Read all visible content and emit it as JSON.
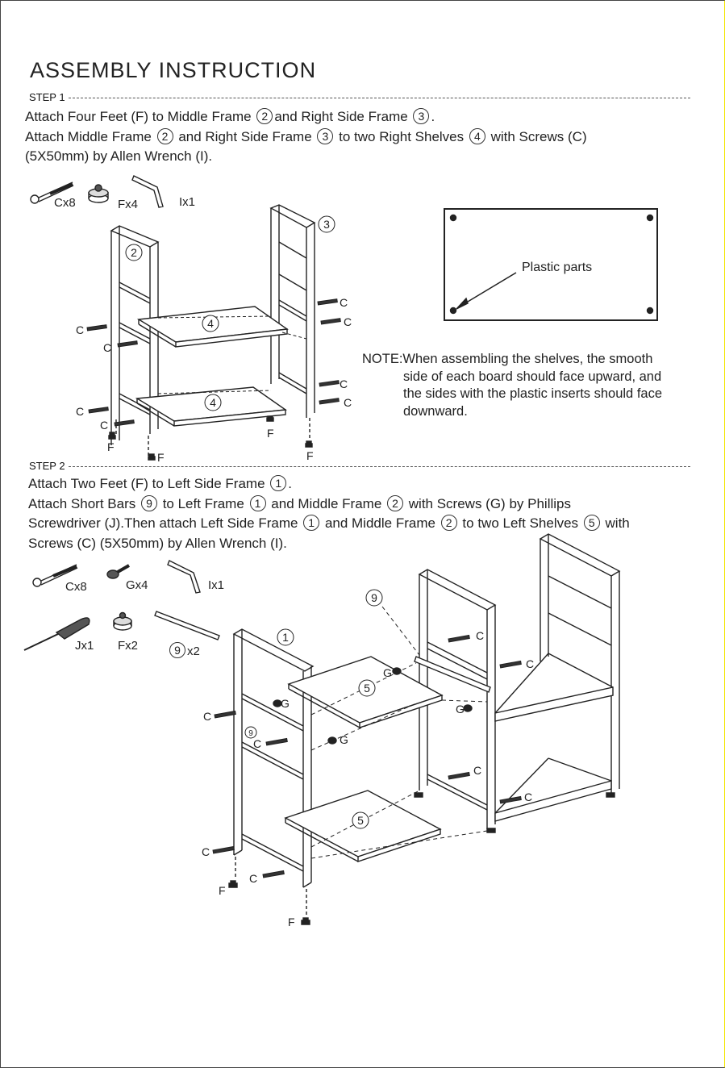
{
  "title": "ASSEMBLY INSTRUCTION",
  "step1": {
    "heading": "STEP 1",
    "line1": {
      "a": "Attach Four Feet (F) to Middle Frame",
      "n1": "2",
      "b": "and Right Side Frame",
      "n2": "3",
      "c": "."
    },
    "line2": {
      "a": "Attach Middle Frame",
      "n1": "2",
      "b": "and Right Side Frame",
      "n2": "3",
      "c": "to two Right Shelves",
      "n3": "4",
      "d": "with Screws (C)"
    },
    "line3": "(5X50mm) by Allen Wrench (I).",
    "parts": {
      "screws": "Cx8",
      "feet": "Fx4",
      "wrench": "Ix1"
    },
    "callouts": {
      "frame_middle": "2",
      "frame_right": "3",
      "shelf_top": "4",
      "shelf_bottom": "4",
      "screw": "C",
      "foot": "F"
    },
    "plastic_label": "Plastic parts",
    "note": {
      "l1": "NOTE:When assembling the shelves, the smooth",
      "l2": "side of each board should face upward, and",
      "l3": "the sides with the plastic inserts should face",
      "l4": "downward."
    }
  },
  "step2": {
    "heading": "STEP 2",
    "line1": {
      "a": "Attach Two Feet (F) to Left Side Frame",
      "n1": "1",
      "b": "."
    },
    "line2": {
      "a": "Attach Short Bars",
      "n1": "9",
      "b": "to Left Frame",
      "n2": "1",
      "c": "and Middle Frame",
      "n3": "2",
      "d": "with Screws (G) by Phillips"
    },
    "line3": {
      "a": "Screwdriver (J).Then attach Left Side Frame",
      "n1": "1",
      "b": "and Middle Frame",
      "n2": "2",
      "c": "to two Left Shelves",
      "n3": "5",
      "d": "with"
    },
    "line4": "Screws (C) (5X50mm) by  Allen Wrench (I).",
    "parts": {
      "screws": "Cx8",
      "gscrews": "Gx4",
      "wrench": "Ix1",
      "screwdriver": "Jx1",
      "feet": "Fx2",
      "bar_num": "9",
      "bar_qty": "x2"
    },
    "callouts": {
      "frame_left": "1",
      "short_bar": "9",
      "shelf_top": "5",
      "shelf_bottom": "5",
      "screw_c": "C",
      "screw_g": "G",
      "foot": "F"
    }
  }
}
